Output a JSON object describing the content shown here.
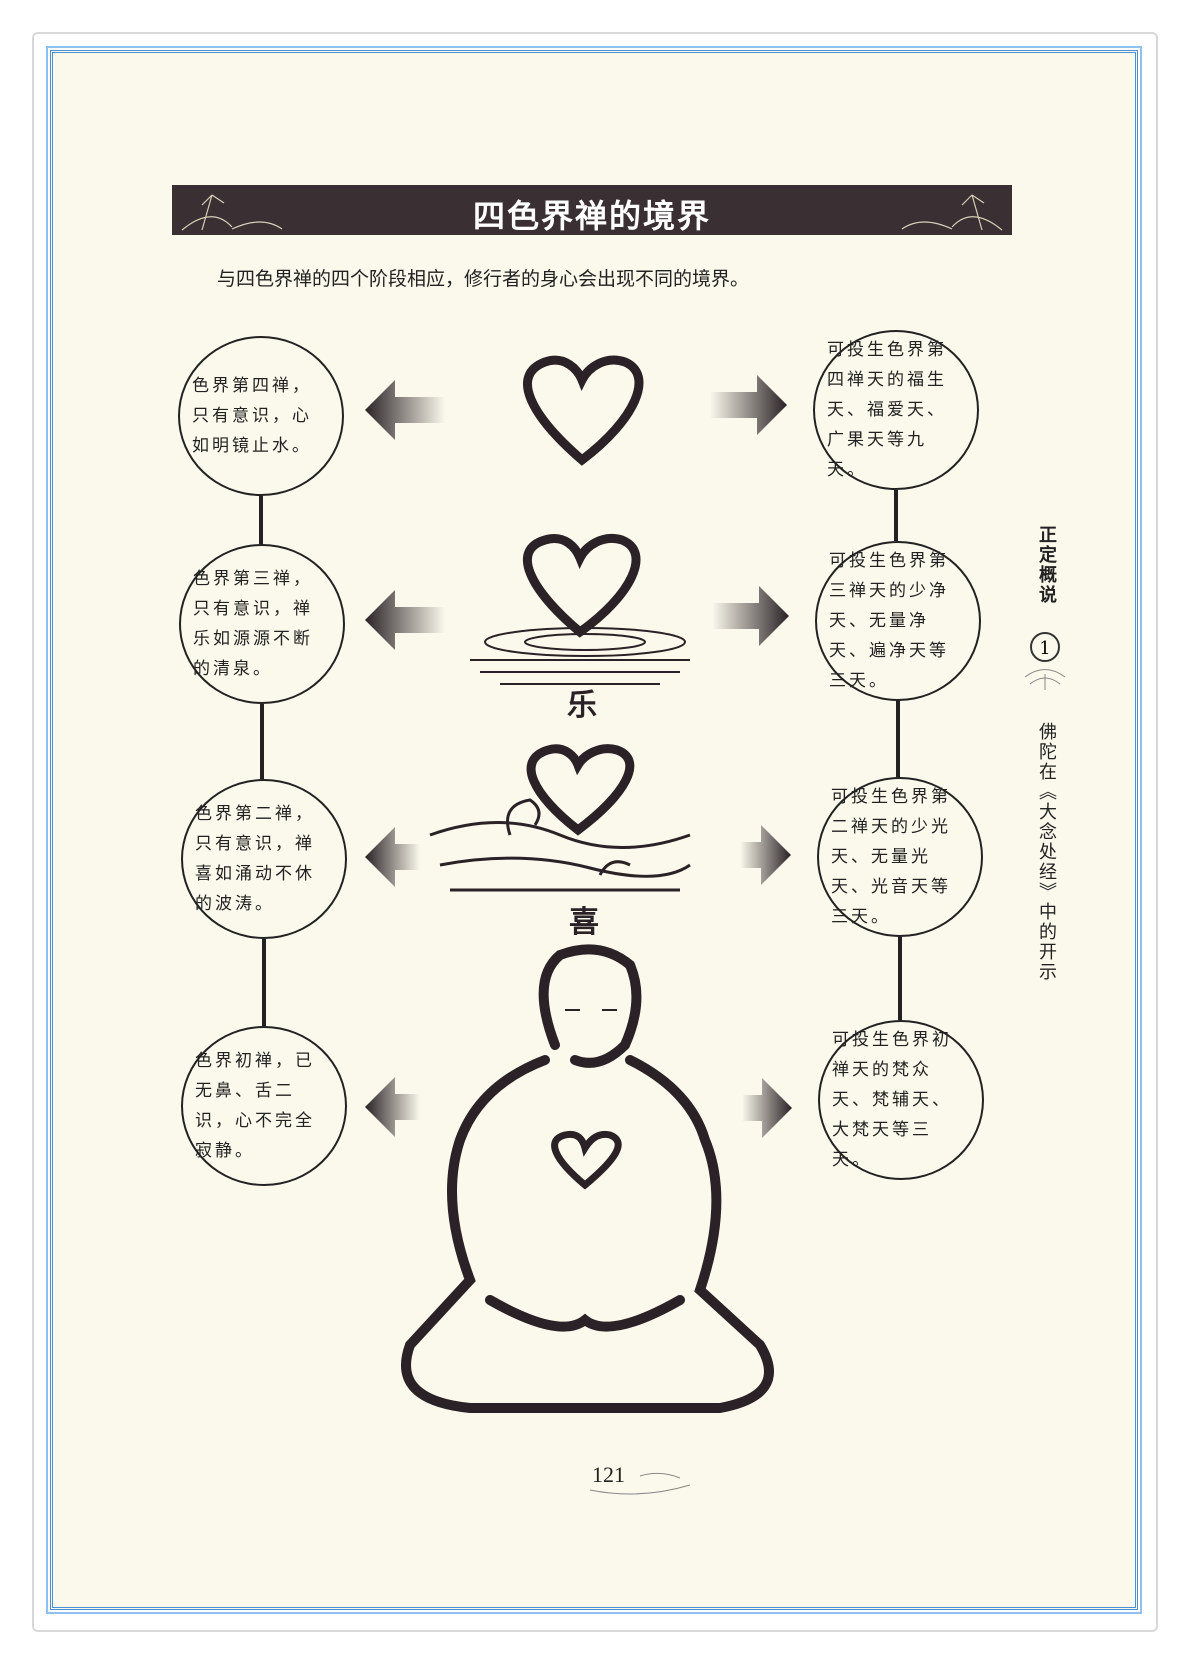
{
  "header": {
    "title": "四色界禅的境界",
    "subtitle": "与四色界禅的四个阶段相应，修行者的身心会出现不同的境界。"
  },
  "left_states": [
    "色界第四禅，只有意识，心如明镜止水。",
    "色界第三禅，只有意识，禅乐如源源不断的清泉。",
    "色界第二禅，只有意识，禅喜如涌动不休的波涛。",
    "色界初禅，已无鼻、舌二识，心不完全寂静。"
  ],
  "right_states": [
    "可投生色界第四禅天的福生天、福爱天、广果天等九天。",
    "可投生色界第三禅天的少净天、无量净天、遍净天等三天。",
    "可投生色界第二禅天的少光天、无量光天、光音天等三天。",
    "可投生色界初禅天的梵众天、梵辅天、大梵天等三天。"
  ],
  "labels": {
    "le": "乐",
    "xi": "喜"
  },
  "side": {
    "chapter": "正定概说",
    "chapter_num": "1",
    "section": "佛陀在《大念处经》中的开示"
  },
  "footer": {
    "page_number": "121"
  },
  "colors": {
    "border": "#4a90d9",
    "paper": "#fbf9ec",
    "ink": "#2a2226"
  }
}
